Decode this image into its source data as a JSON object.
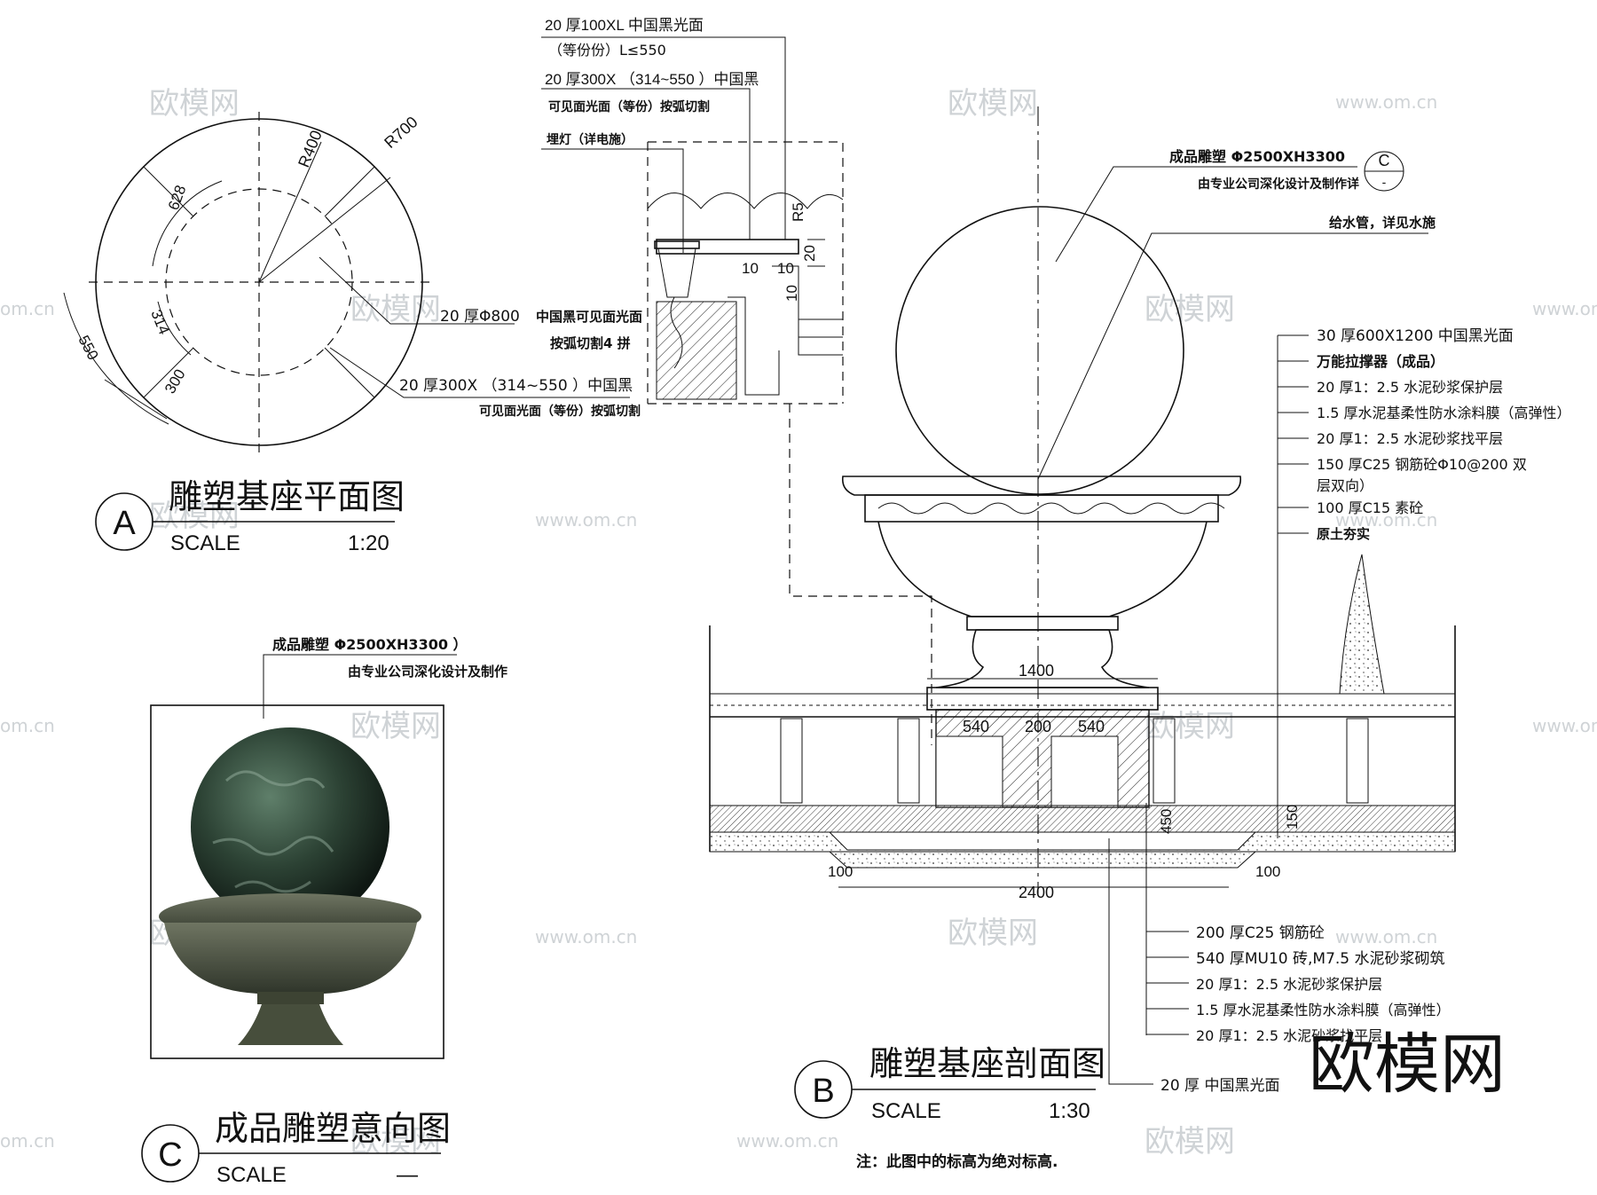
{
  "watermark": {
    "small": "欧模网",
    "url": "www.om.cn",
    "url_edge": "om.cn",
    "big": "欧模网"
  },
  "plan": {
    "dims": {
      "r700": "R700",
      "r400": "R400",
      "d628": "628",
      "d314": "314",
      "d550": "550",
      "d300": "300"
    },
    "labels": {
      "l1a": "20 厚Φ800",
      "l1b": "中国黑可见面光面",
      "l1c": "按弧切割4 拼",
      "l2a": "20 厚300X （314~550 ）中国黑",
      "l2b": "可见面光面（等份）按弧切割"
    },
    "title": {
      "letter": "A",
      "name": "雕塑基座平面图",
      "scale_label": "SCALE",
      "scale_value": "1:20"
    }
  },
  "detail": {
    "labels": {
      "d1a": "20 厚100XL 中国黑光面",
      "d1b": "（等份份）L≤550",
      "d2a": "20 厚300X （314~550 ）中国黑",
      "d2b": "可见面光面（等份）按弧切割",
      "d3": "埋灯（详电施）",
      "dim10a": "10",
      "dim10b": "10",
      "dimr5": "R5",
      "dim20": "20",
      "dim10c": "10"
    }
  },
  "section": {
    "top_note_a": "成品雕塑 Φ2500XH3300",
    "top_note_b": "由专业公司深化设计及制作详",
    "callout_letter": "C",
    "callout_dash": "-",
    "water_pipe": "给水管，详见水施",
    "layers_right": [
      "30 厚600X1200 中国黑光面",
      "万能拉撑器（成品）",
      "20 厚1：2.5 水泥砂浆保护层",
      "1.5 厚水泥基柔性防水涂料膜（高弹性）",
      "20 厚1：2.5 水泥砂浆找平层",
      "150 厚C25 钢筋砼Φ10@200 双",
      "层双向）",
      "100 厚C15 素砼",
      "原土夯实"
    ],
    "layers_bottom": [
      "200 厚C25 钢筋砼",
      "540 厚MU10 砖,M7.5 水泥砂浆砌筑",
      "20 厚1：2.5 水泥砂浆保护层",
      "1.5 厚水泥基柔性防水涂料膜（高弹性）",
      "20 厚1：2.5 水泥砂浆找平层",
      "20 厚 中国黑光面"
    ],
    "dims": {
      "w1400": "1400",
      "w540a": "540",
      "w200": "200",
      "w540b": "540",
      "w2400": "2400",
      "w100a": "100",
      "w100b": "100",
      "h450": "450",
      "h150": "150"
    },
    "title": {
      "letter": "B",
      "name": "雕塑基座剖面图",
      "scale_label": "SCALE",
      "scale_value": "1:30"
    },
    "note": "注：此图中的标高为绝对标高."
  },
  "reference": {
    "note_a": "成品雕塑 Φ2500XH3300 ）",
    "note_b": "由专业公司深化设计及制作",
    "title": {
      "letter": "C",
      "name": "成品雕塑意向图",
      "scale_label": "SCALE",
      "scale_value": "—"
    }
  }
}
